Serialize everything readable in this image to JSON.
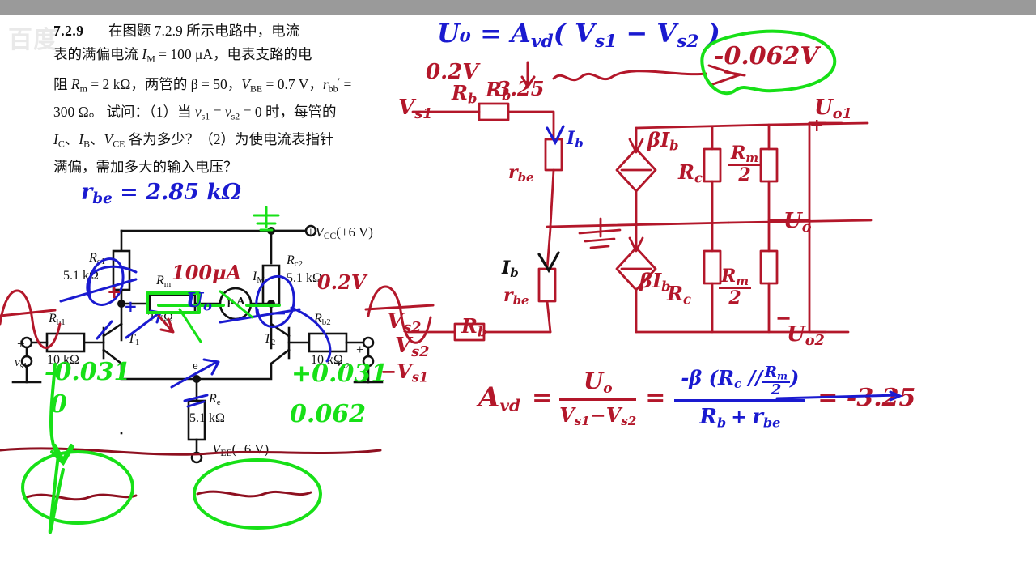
{
  "window": {
    "topbar_color": "#9a9a9a",
    "background": "#ffffff"
  },
  "watermark": {
    "text": "百度"
  },
  "problem": {
    "number": "7.2.9",
    "line1": "在图题 7.2.9 所示电路中，电流",
    "line2_a": "表的满偏电流 ",
    "line2_sym": "I",
    "line2_sub": "M",
    "line2_b": " = 100 μA，电表支路的电",
    "line3_a": "阻 ",
    "line3_R": "R",
    "line3_Rsub": "m",
    "line3_b": " = 2 kΩ，两管的 β = 50，",
    "line3_V": "V",
    "line3_Vsub": "BE",
    "line3_c": " = 0.7 V，",
    "line3_r": "r",
    "line3_rsub": "bb",
    "line3_d": " =",
    "line4_a": "300 Ω。 试问：（1）当 ",
    "line4_v1": "v",
    "line4_v1sub": "s1",
    "line4_eq": " = ",
    "line4_v2": "v",
    "line4_v2sub": "s2",
    "line4_b": " = 0 时，每管的",
    "line5_I1": "I",
    "line5_I1sub": "C",
    "line5_sep1": "、",
    "line5_I2": "I",
    "line5_I2sub": "B",
    "line5_sep2": "、",
    "line5_V": "V",
    "line5_Vsub": "CE",
    "line5_b": " 各为多少？（2）为使电流表指针",
    "line6": "满偏，需加多大的输入电压？"
  },
  "circuit": {
    "vcc_label": "+V",
    "vcc_sub": "CC",
    "vcc_value": "(+6 V)",
    "vee_label": "V",
    "vee_sub": "EE",
    "vee_value": "(−6 V)",
    "rc1": "R",
    "rc1_sub": "c1",
    "rc1_value": "5.1 kΩ",
    "rc2": "R",
    "rc2_sub": "c2",
    "rc2_value": "5.1 kΩ",
    "rb1": "R",
    "rb1_sub": "b1",
    "rb1_value": "10 kΩ",
    "rb2": "R",
    "rb2_sub": "b2",
    "rb2_value": "10 kΩ",
    "re": "R",
    "re_sub": "e",
    "re_value": "5.1 kΩ",
    "rm": "R",
    "rm_sub": "m",
    "rm_value": "2 kΩ",
    "t1": "T",
    "t1_sub": "1",
    "t2": "T",
    "t2_sub": "2",
    "meter": "μ A",
    "im": "I",
    "im_sub": "M",
    "node_e": "e",
    "vs1": "v",
    "vs1_sub": "s1",
    "vs2": "v",
    "vs2_sub": "s2",
    "plus": "+",
    "minus": "−"
  },
  "annotations": {
    "rbe_note": "r",
    "rbe_note_sub": "be",
    "rbe_note_val": "= 2.85 kΩ",
    "ug_label": "U",
    "ug_label_sub": "o",
    "meter_current": "100μA",
    "meter_voltage": "0.2V",
    "green_left_val": "-0.031",
    "green_left_zero": "0",
    "green_right_val": "+0.031",
    "green_right_val2": "0.062",
    "red_vs2": "V",
    "red_vs2_sub": "s2",
    "red_mvs1": "−V",
    "red_mvs1_sub": "s1",
    "top_formula": "U₀ = A",
    "top_formula_sub": "vd",
    "top_formula_rest": "( V",
    "top_formula_s1": "s1",
    "top_formula_minus": " − V",
    "top_formula_s2": "s2",
    "top_formula_close": " )",
    "top_02v": "0.2V",
    "top_rb": "R",
    "top_rb_sub": "b",
    "top_325": "-3.25",
    "result_circled": "-0.062V"
  },
  "model": {
    "vs1": "V",
    "vs1_sub": "s1",
    "vs2": "V",
    "vs2_sub": "s2",
    "rb_top": "R",
    "rb_top_sub": "b",
    "rb_bot": "R",
    "rb_bot_sub": "b",
    "ib_top": "I",
    "ib_top_sub": "b",
    "ib_bot": "I",
    "ib_bot_sub": "b",
    "rbe_top": "r",
    "rbe_top_sub": "be",
    "rbe_bot": "r",
    "rbe_bot_sub": "be",
    "beta_ib_top": "βI",
    "beta_ib_top_sub": "b",
    "beta_ib_bot": "βI",
    "beta_ib_bot_sub": "b",
    "rc_top": "R",
    "rc_top_sub": "c",
    "rc_bot": "R",
    "rc_bot_sub": "c",
    "rm_half_num_top": "R",
    "rm_half_num_top_sub": "m",
    "rm_half_den_top": "2",
    "rm_half_num_bot": "R",
    "rm_half_num_bot_sub": "m",
    "rm_half_den_bot": "2",
    "uo1": "U",
    "uo1_sub": "o1",
    "uo2": "U",
    "uo2_sub": "o2",
    "uo": "U",
    "uo_sub": "o",
    "plus": "+",
    "minus": "−"
  },
  "bottom_formula": {
    "avd": "A",
    "avd_sub": "vd",
    "eq1": "=",
    "num1": "U",
    "num1_sub": "o",
    "den1a": "V",
    "den1a_sub": "s1",
    "den1_minus": "−",
    "den1b": "V",
    "den1b_sub": "s2",
    "eq2": "=",
    "num2_a": "-β  (R",
    "num2_sub": "c",
    "num2_b": " //",
    "num2_frac_num": "R",
    "num2_frac_num_sub": "m",
    "num2_frac_den": "2",
    "num2_close": ")",
    "den2_a": "R",
    "den2_a_sub": "b",
    "den2_plus": "+",
    "den2_b": "r",
    "den2_b_sub": "be",
    "eq3": "= -3.25"
  },
  "colors": {
    "blue_ink": "#1a1ad0",
    "red_ink": "#b3172a",
    "green_ink": "#17e017",
    "black_print": "#111111",
    "topbar": "#9a9a9a"
  }
}
